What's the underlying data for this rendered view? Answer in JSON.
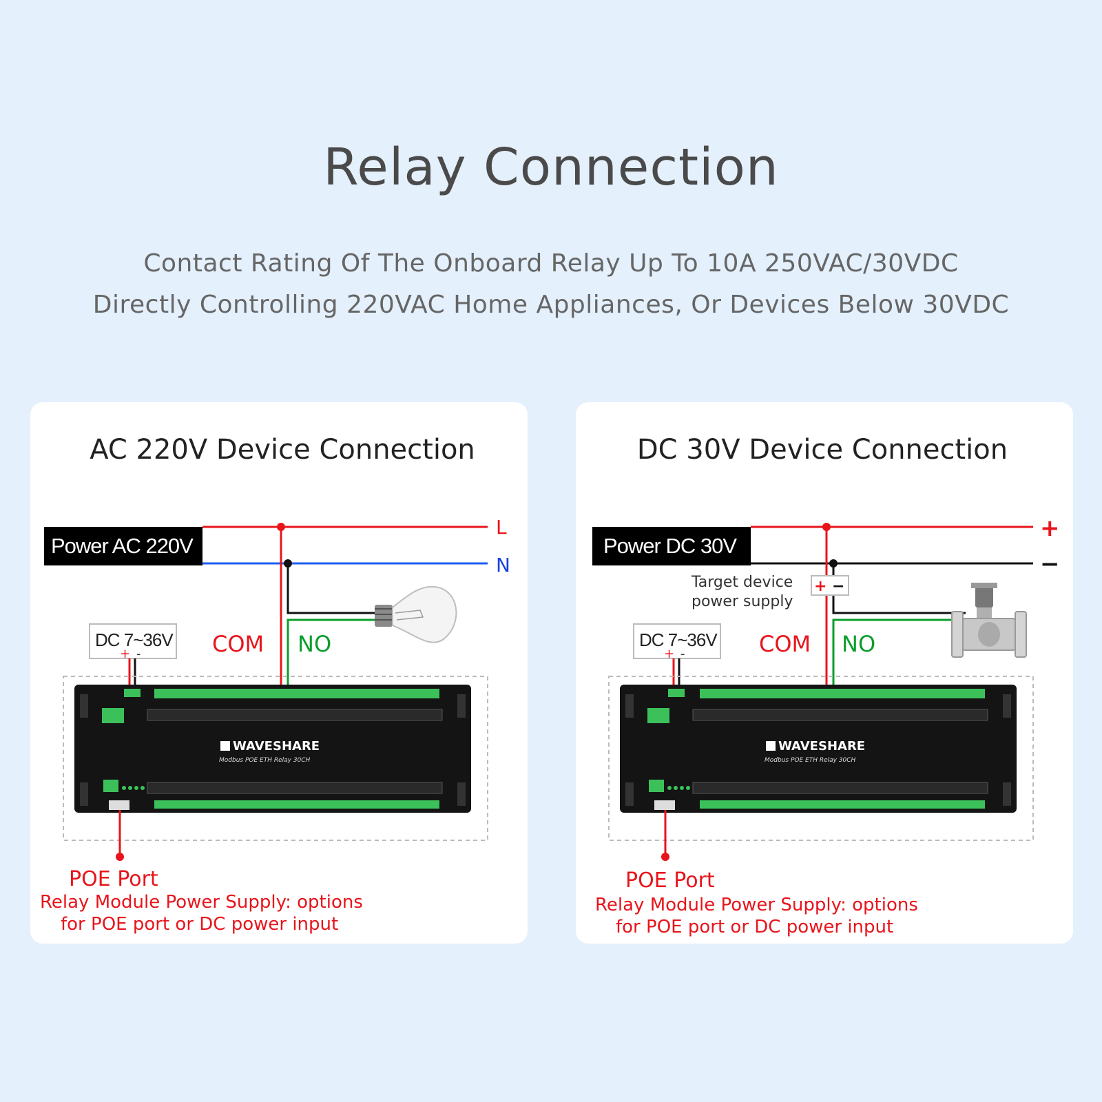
{
  "header": {
    "title": "Relay Connection",
    "subtitle_line1": "Contact Rating Of The Onboard Relay Up To 10A 250VAC/30VDC",
    "subtitle_line2": "Directly Controlling 220VAC Home Appliances, Or Devices Below 30VDC"
  },
  "colors": {
    "live_wire": "#e8141b",
    "neutral_wire": "#1e5ef0",
    "no_wire": "#0a9e2a",
    "dark_wire": "#111111"
  },
  "panels": {
    "ac": {
      "title": "AC 220V Device Connection",
      "power_label": "Power AC 220V",
      "line_l": "L",
      "line_n": "N",
      "dc_label": "DC 7~36V",
      "dc_plus": "+",
      "dc_minus": "-",
      "com_label": "COM",
      "no_label": "NO",
      "brand": "WAVESHARE",
      "model": "Modbus POE ETH Relay 30CH",
      "poe_title": "POE Port",
      "poe_line1": "Relay Module Power Supply: options",
      "poe_line2": "for POE port or DC power input",
      "load_icon": "light-bulb-icon"
    },
    "dc": {
      "title": "DC 30V Device Connection",
      "power_label": "Power DC 30V",
      "line_plus": "+",
      "line_minus": "−",
      "target_line1": "Target device",
      "target_line2": "power supply",
      "target_plus": "+",
      "target_minus": "−",
      "dc_label": "DC 7~36V",
      "dc_plus": "+",
      "dc_minus": "-",
      "com_label": "COM",
      "no_label": "NO",
      "brand": "WAVESHARE",
      "model": "Modbus POE ETH Relay 30CH",
      "poe_title": "POE Port",
      "poe_line1": "Relay Module Power Supply: options",
      "poe_line2": "for POE port or DC power input",
      "load_icon": "solenoid-valve-icon"
    }
  }
}
